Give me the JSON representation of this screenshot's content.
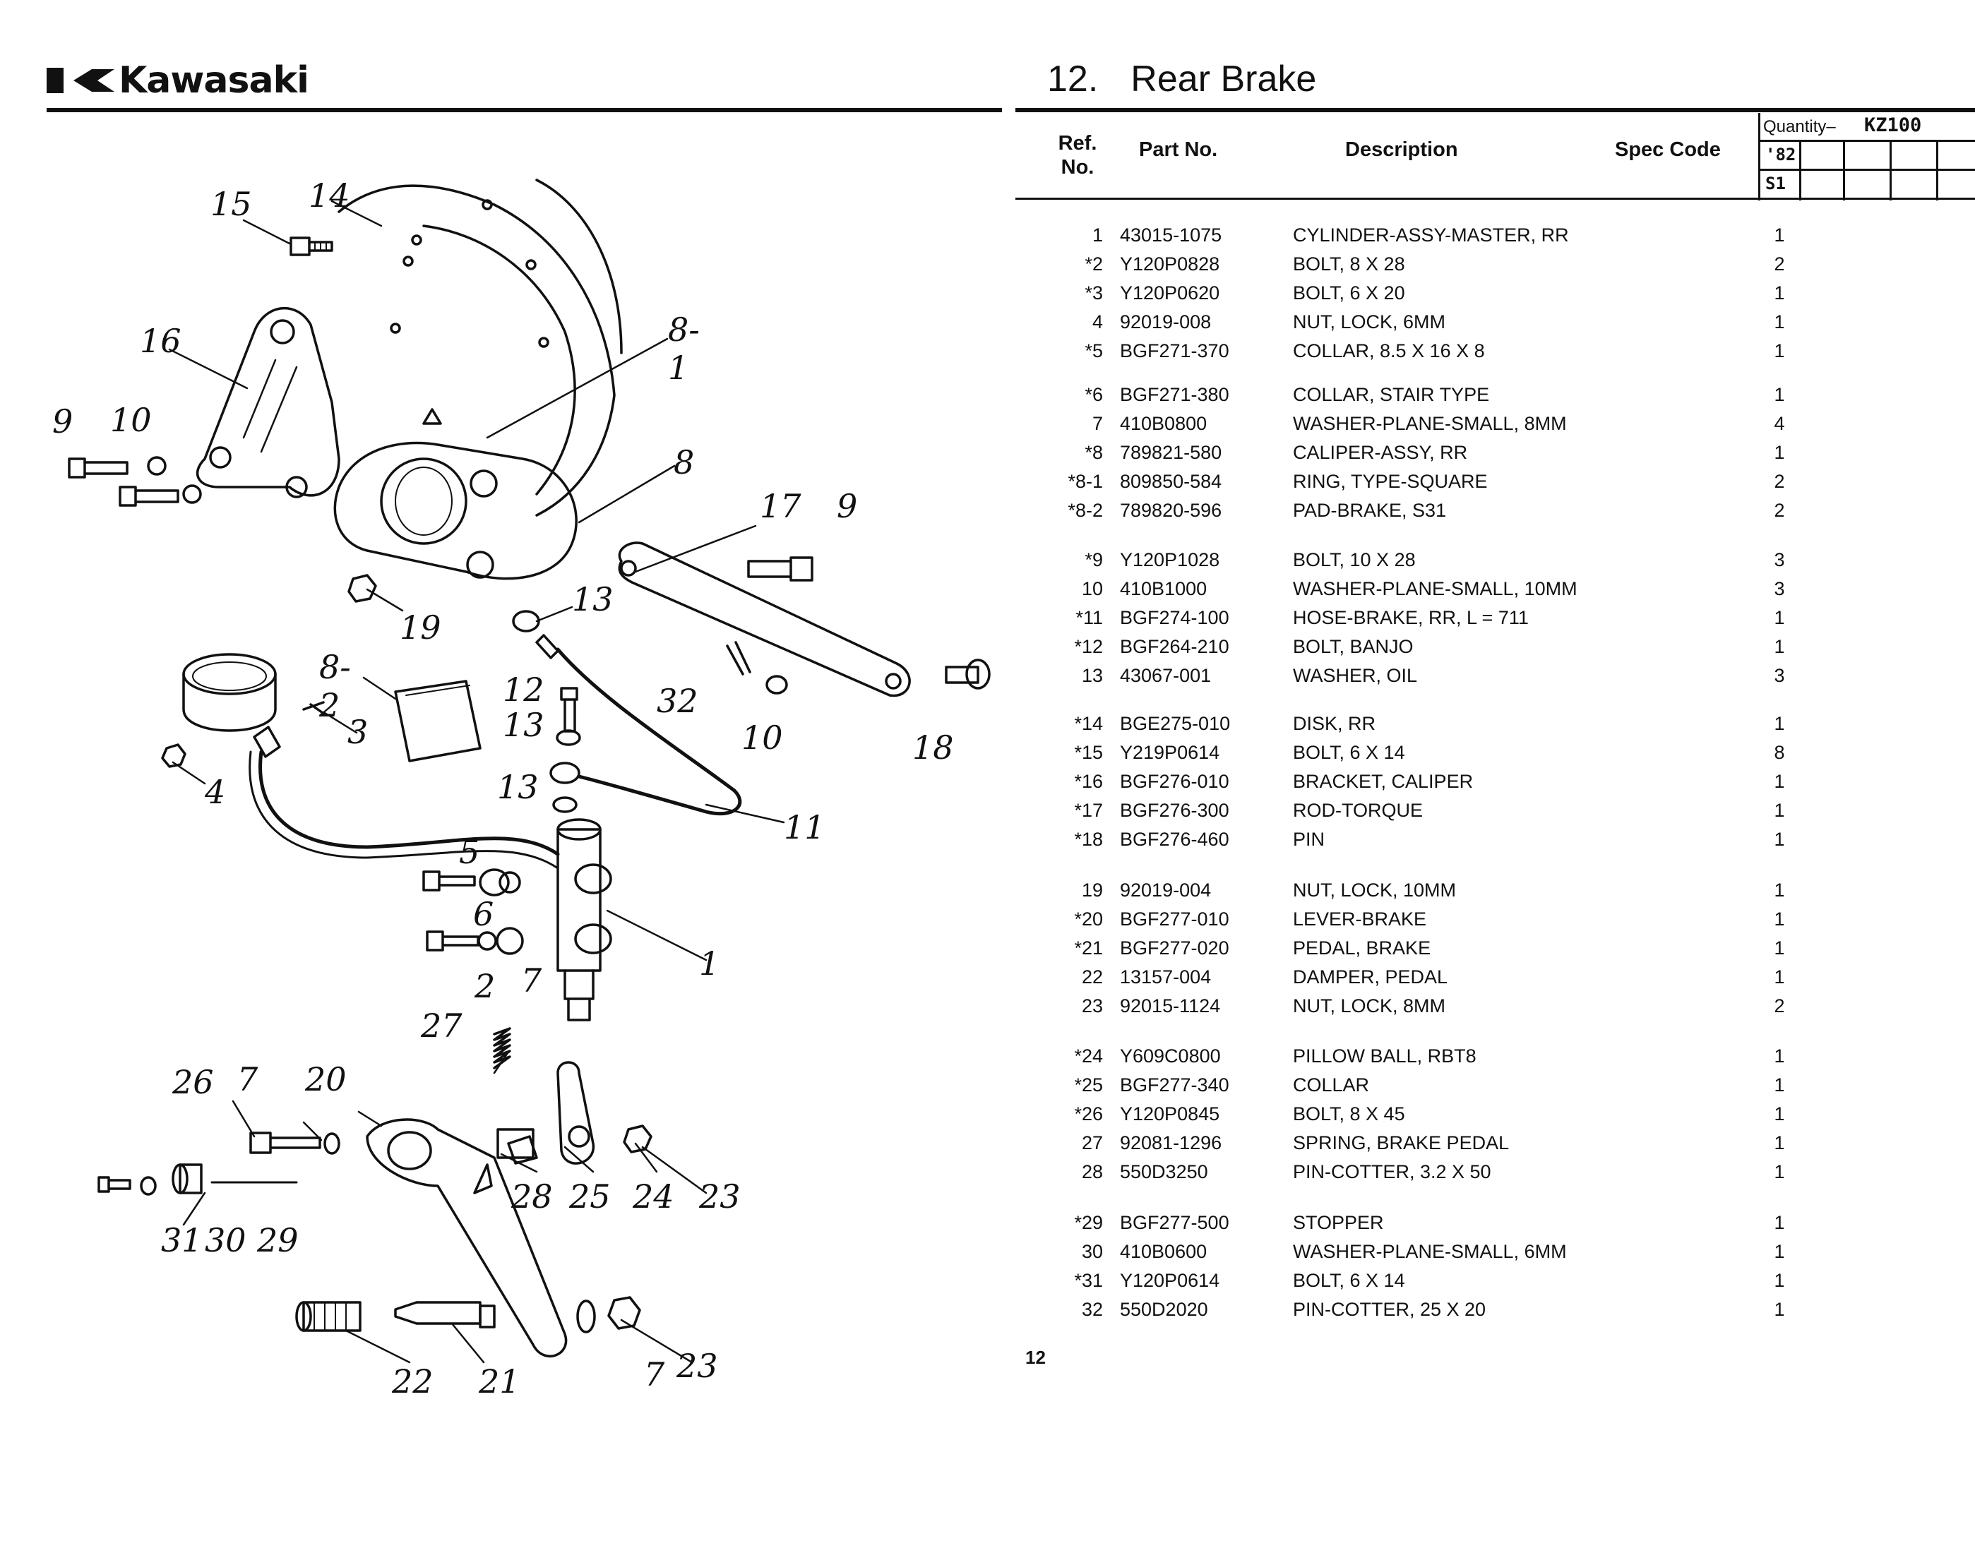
{
  "header": {
    "brand": "Kawasaki",
    "section_number": "12.",
    "section_title": "Rear Brake"
  },
  "table": {
    "col_ref": "Ref. No.",
    "col_part": "Part No.",
    "col_desc": "Description",
    "col_spec": "Spec Code",
    "qty_label": "Quantity–",
    "qty_model": "KZ100",
    "years": [
      "'82",
      "S1"
    ],
    "rows": [
      {
        "ref": "1",
        "part": "43015-1075",
        "desc": "CYLINDER-ASSY-MASTER, RR",
        "qty": "1"
      },
      {
        "ref": "*2",
        "part": "Y120P0828",
        "desc": "BOLT, 8 X 28",
        "qty": "2"
      },
      {
        "ref": "*3",
        "part": "Y120P0620",
        "desc": "BOLT, 6 X 20",
        "qty": "1"
      },
      {
        "ref": "4",
        "part": "92019-008",
        "desc": "NUT, LOCK, 6MM",
        "qty": "1"
      },
      {
        "ref": "*5",
        "part": "BGF271-370",
        "desc": "COLLAR, 8.5 X 16 X 8",
        "qty": "1"
      },
      {
        "ref": "*6",
        "part": "BGF271-380",
        "desc": "COLLAR, STAIR TYPE",
        "qty": "1"
      },
      {
        "ref": "7",
        "part": "410B0800",
        "desc": "WASHER-PLANE-SMALL, 8MM",
        "qty": "4"
      },
      {
        "ref": "*8",
        "part": "789821-580",
        "desc": "CALIPER-ASSY, RR",
        "qty": "1"
      },
      {
        "ref": "*8-1",
        "part": "809850-584",
        "desc": "RING, TYPE-SQUARE",
        "qty": "2"
      },
      {
        "ref": "*8-2",
        "part": "789820-596",
        "desc": "PAD-BRAKE, S31",
        "qty": "2"
      },
      {
        "ref": "*9",
        "part": "Y120P1028",
        "desc": "BOLT, 10 X 28",
        "qty": "3"
      },
      {
        "ref": "10",
        "part": "410B1000",
        "desc": "WASHER-PLANE-SMALL, 10MM",
        "qty": "3"
      },
      {
        "ref": "*11",
        "part": "BGF274-100",
        "desc": "HOSE-BRAKE, RR, L = 711",
        "qty": "1"
      },
      {
        "ref": "*12",
        "part": "BGF264-210",
        "desc": "BOLT, BANJO",
        "qty": "1"
      },
      {
        "ref": "13",
        "part": "43067-001",
        "desc": "WASHER, OIL",
        "qty": "3"
      },
      {
        "ref": "*14",
        "part": "BGE275-010",
        "desc": "DISK, RR",
        "qty": "1"
      },
      {
        "ref": "*15",
        "part": "Y219P0614",
        "desc": "BOLT, 6 X 14",
        "qty": "8"
      },
      {
        "ref": "*16",
        "part": "BGF276-010",
        "desc": "BRACKET, CALIPER",
        "qty": "1"
      },
      {
        "ref": "*17",
        "part": "BGF276-300",
        "desc": "ROD-TORQUE",
        "qty": "1"
      },
      {
        "ref": "*18",
        "part": "BGF276-460",
        "desc": "PIN",
        "qty": "1"
      },
      {
        "ref": "19",
        "part": "92019-004",
        "desc": "NUT, LOCK, 10MM",
        "qty": "1"
      },
      {
        "ref": "*20",
        "part": "BGF277-010",
        "desc": "LEVER-BRAKE",
        "qty": "1"
      },
      {
        "ref": "*21",
        "part": "BGF277-020",
        "desc": "PEDAL, BRAKE",
        "qty": "1"
      },
      {
        "ref": "22",
        "part": "13157-004",
        "desc": "DAMPER, PEDAL",
        "qty": "1"
      },
      {
        "ref": "23",
        "part": "92015-1124",
        "desc": "NUT, LOCK, 8MM",
        "qty": "2"
      },
      {
        "ref": "*24",
        "part": "Y609C0800",
        "desc": "PILLOW BALL, RBT8",
        "qty": "1"
      },
      {
        "ref": "*25",
        "part": "BGF277-340",
        "desc": "COLLAR",
        "qty": "1"
      },
      {
        "ref": "*26",
        "part": "Y120P0845",
        "desc": "BOLT, 8 X 45",
        "qty": "1"
      },
      {
        "ref": "27",
        "part": "92081-1296",
        "desc": "SPRING, BRAKE PEDAL",
        "qty": "1"
      },
      {
        "ref": "28",
        "part": "550D3250",
        "desc": "PIN-COTTER, 3.2 X 50",
        "qty": "1"
      },
      {
        "ref": "*29",
        "part": "BGF277-500",
        "desc": "STOPPER",
        "qty": "1"
      },
      {
        "ref": "30",
        "part": "410B0600",
        "desc": "WASHER-PLANE-SMALL, 6MM",
        "qty": "1"
      },
      {
        "ref": "*31",
        "part": "Y120P0614",
        "desc": "BOLT, 6 X 14",
        "qty": "1"
      },
      {
        "ref": "32",
        "part": "550D2020",
        "desc": "PIN-COTTER, 25 X 20",
        "qty": "1"
      }
    ]
  },
  "page_number": "12",
  "diagram": {
    "callouts": [
      "15",
      "14",
      "16",
      "9",
      "10",
      "8-1",
      "8",
      "17",
      "9",
      "19",
      "13",
      "8-2",
      "3",
      "4",
      "12",
      "13",
      "32",
      "10",
      "18",
      "13",
      "11",
      "5",
      "6",
      "2",
      "7",
      "1",
      "27",
      "26",
      "7",
      "20",
      "28",
      "25",
      "24",
      "23",
      "31",
      "30",
      "29",
      "22",
      "21",
      "7",
      "23"
    ]
  },
  "colors": {
    "ink": "#111111",
    "paper": "#ffffff"
  }
}
